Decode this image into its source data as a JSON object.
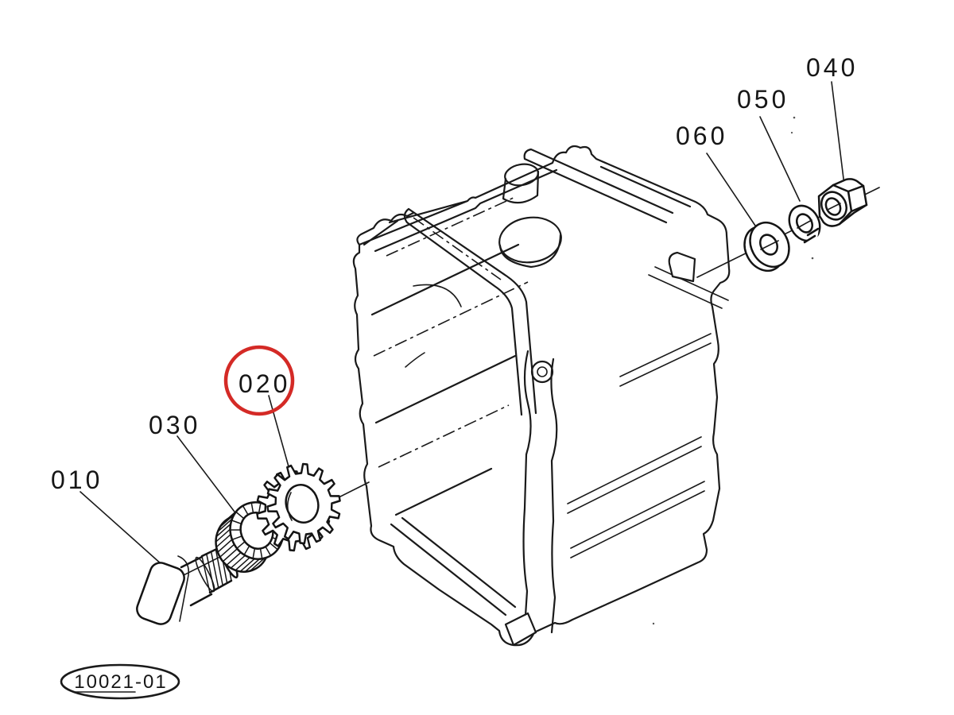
{
  "figure": {
    "part_labels": {
      "p010": "010",
      "p020": "020",
      "p030": "030",
      "p040": "040",
      "p050": "050",
      "p060": "060"
    },
    "highlighted_part": "020",
    "figure_id": "10021-01",
    "colors": {
      "line": "#1a1a1a",
      "highlight_ring": "#d42a26",
      "background": "#ffffff"
    }
  }
}
